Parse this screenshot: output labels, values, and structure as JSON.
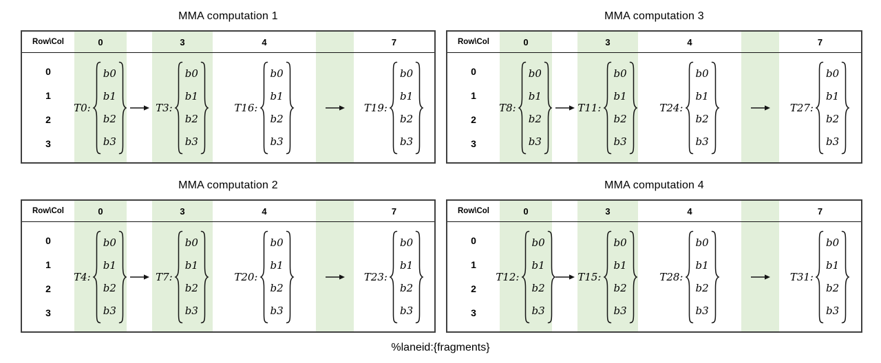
{
  "caption": "%laneid:{fragments}",
  "table": {
    "corner_header": "Row\\Col",
    "col_headers": [
      "0",
      "3",
      "4",
      "7"
    ],
    "row_labels": [
      "0",
      "1",
      "2",
      "3"
    ],
    "fragment_values": [
      "b0",
      "b1",
      "b2",
      "b3"
    ]
  },
  "panels": [
    {
      "title": "MMA computation 1",
      "threads": [
        "T0:",
        "T3:",
        "T16:",
        "T19:"
      ]
    },
    {
      "title": "MMA computation 3",
      "threads": [
        "T8:",
        "T11:",
        "T24:",
        "T27:"
      ]
    },
    {
      "title": "MMA computation 2",
      "threads": [
        "T4:",
        "T7:",
        "T20:",
        "T23:"
      ]
    },
    {
      "title": "MMA computation 4",
      "threads": [
        "T12:",
        "T15:",
        "T28:",
        "T31:"
      ]
    }
  ],
  "colors": {
    "highlight": "#e2efda",
    "border": "#3f3f3f"
  }
}
